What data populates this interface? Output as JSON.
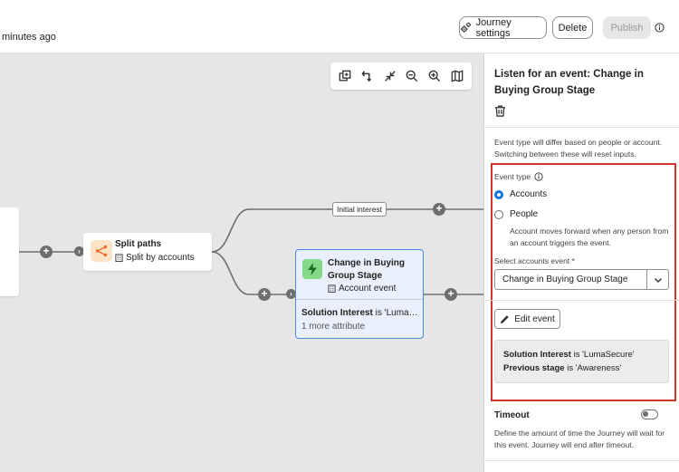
{
  "header": {
    "last_saved": "minutes ago",
    "journey_settings_label": "Journey settings",
    "delete_label": "Delete",
    "publish_label": "Publish"
  },
  "canvas": {
    "toolbar": [
      "copy-icon",
      "undo-icon",
      "collapse-icon",
      "zoom-out-icon",
      "zoom-in-icon",
      "map-icon"
    ],
    "split_node": {
      "title": "Split paths",
      "subtitle": "Split by accounts"
    },
    "path_tag": "Initial interest",
    "event_node": {
      "title": "Change in Buying Group Stage",
      "subtitle": "Account event",
      "condition_attr": "Solution Interest",
      "condition_rest": " is 'LumaSec...",
      "more": "1 more attribute"
    }
  },
  "panel": {
    "title": "Listen for an event: Change in Buying Group Stage",
    "note": "Event type will differ based on people or account. Switching between these will reset inputs.",
    "event_type_label": "Event type",
    "options": [
      {
        "label": "Accounts",
        "selected": true
      },
      {
        "label": "People",
        "selected": false
      }
    ],
    "help_text": "Account moves forward when any person from an account triggers the event.",
    "select_label": "Select accounts event",
    "select_value": "Change in Buying Group Stage",
    "edit_event_label": "Edit event",
    "conditions": [
      {
        "attr": "Solution Interest",
        "rest": " is 'LumaSecure'"
      },
      {
        "attr": "Previous stage",
        "rest": " is 'Awareness'"
      }
    ],
    "timeout_label": "Timeout",
    "timeout_enabled": false,
    "timeout_desc": "Define the amount of time the Journey will wait for this event. Journey will end after timeout."
  },
  "colors": {
    "accent": "#1473e6",
    "highlight_border": "#d6322b",
    "event_node_border": "#4a8ae0",
    "canvas_bg": "#e6e6e6"
  }
}
